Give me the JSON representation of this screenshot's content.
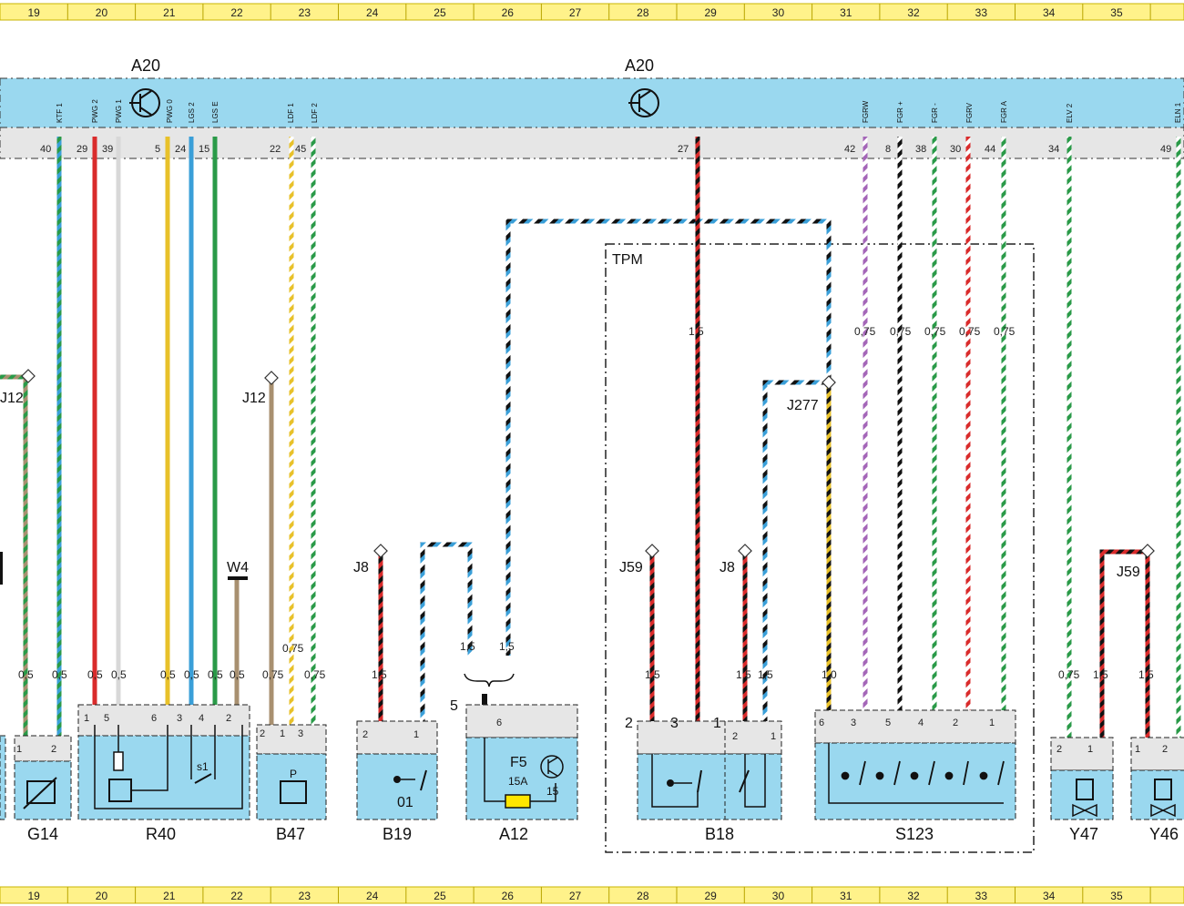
{
  "grid_numbers": [
    "19",
    "20",
    "21",
    "22",
    "23",
    "24",
    "25",
    "26",
    "27",
    "28",
    "29",
    "30",
    "31",
    "32",
    "33",
    "34",
    "35"
  ],
  "module": {
    "name": "A20",
    "signals": [
      "KTF 1",
      "PWG 2",
      "PWG 1",
      "PWG 0",
      "LGS 2",
      "LGS E",
      "LDF 1",
      "LDF 2",
      "FGRW",
      "FGR +",
      "FGR -",
      "FGRV",
      "FGR A",
      "ELV 2",
      "ELN 1"
    ],
    "pins": [
      "40",
      "29",
      "39",
      "5",
      "24",
      "15",
      "22",
      "45",
      "27",
      "42",
      "8",
      "38",
      "30",
      "44",
      "34",
      "49"
    ]
  },
  "labels": {
    "tpm": "TPM",
    "j12": "J12",
    "j8": "J8",
    "j59": "J59",
    "j277": "J277",
    "w4": "W4",
    "fuse": "F5",
    "fuse_rating": "15A",
    "fuse_pin": "15",
    "s1": "s1",
    "p": "P",
    "b19_code": "01",
    "a12_group": "5"
  },
  "wire_sizes": [
    "0,5",
    "0,75",
    "1,5",
    "1,0"
  ],
  "connector_pins": [
    "1",
    "2",
    "3",
    "4",
    "5",
    "6"
  ],
  "components": [
    "G14",
    "R40",
    "B47",
    "B19",
    "A12",
    "B18",
    "S123",
    "Y47",
    "Y46"
  ],
  "colors": {
    "module_fill": "#9ad8ef",
    "strip": "#e6e6e6",
    "grid_bar": "#fff28a"
  }
}
